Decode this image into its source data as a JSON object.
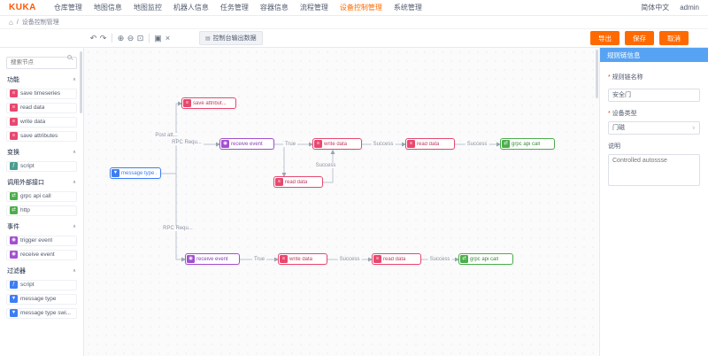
{
  "brand": {
    "name": "KUKA",
    "color": "#ff5800"
  },
  "navbar": {
    "menu": [
      {
        "label": "仓库管理"
      },
      {
        "label": "地图信息"
      },
      {
        "label": "地图监控"
      },
      {
        "label": "机器人信息"
      },
      {
        "label": "任务管理"
      },
      {
        "label": "容器信息"
      },
      {
        "label": "流程管理"
      },
      {
        "label": "设备控制管理"
      },
      {
        "label": "系统管理"
      }
    ],
    "active_item": "设备控制管理",
    "language": "简体中文",
    "user": "admin"
  },
  "breadcrumb": {
    "separator": "/",
    "current": "设备控制管理"
  },
  "toolbar": {
    "debug_button": "控制台输出数据",
    "export": "导出",
    "save": "保存",
    "cancel": "取消"
  },
  "sidebar": {
    "search_placeholder": "搜索节点",
    "sections": [
      {
        "title": "功能",
        "items": [
          {
            "label": "save timeseries"
          },
          {
            "label": "read data"
          },
          {
            "label": "write data"
          },
          {
            "label": "save attributes"
          }
        ]
      },
      {
        "title": "变换",
        "items": [
          {
            "label": "script"
          }
        ]
      },
      {
        "title": "调用外部接口",
        "items": [
          {
            "label": "grpc api call"
          },
          {
            "label": "http"
          }
        ]
      },
      {
        "title": "事件",
        "items": [
          {
            "label": "trigger event"
          },
          {
            "label": "receive event"
          }
        ]
      },
      {
        "title": "过滤器",
        "items": [
          {
            "label": "script"
          },
          {
            "label": "message type"
          },
          {
            "label": "message type swi..."
          }
        ]
      }
    ]
  },
  "canvas": {
    "nodes": [
      {
        "label": "message type ...",
        "type": "filter"
      },
      {
        "label": "save attribut...",
        "type": "action"
      },
      {
        "label": "receive event",
        "type": "event"
      },
      {
        "label": "write data",
        "type": "action"
      },
      {
        "label": "read data",
        "type": "action"
      },
      {
        "label": "grpc api call",
        "type": "external"
      },
      {
        "label": "read data",
        "type": "action"
      },
      {
        "label": "receive event",
        "type": "event"
      },
      {
        "label": "write data",
        "type": "action"
      },
      {
        "label": "read data",
        "type": "action"
      },
      {
        "label": "grpc api call",
        "type": "external"
      }
    ],
    "edge_labels": [
      {
        "text": "Post att..."
      },
      {
        "text": "RPC Requ..."
      },
      {
        "text": "True"
      },
      {
        "text": "Success"
      },
      {
        "text": "Success"
      },
      {
        "text": "Success"
      },
      {
        "text": "RPC Requ..."
      },
      {
        "text": "True"
      },
      {
        "text": "Success"
      },
      {
        "text": "Success"
      }
    ]
  },
  "panel": {
    "title": "规则链信息",
    "name_label": "规则链名称",
    "name_value": "安全门",
    "type_label": "设备类型",
    "type_value": "门磁",
    "desc_label": "说明",
    "desc_placeholder": "Controlled autossse"
  },
  "colors": {
    "brand": "#ff5800",
    "accent_button": "#ff6a00",
    "panel_header": "#57a3f3",
    "node_action": "#e8486f",
    "node_event": "#a24fd0",
    "node_external": "#4cae4c",
    "node_filter": "#3d7ef2",
    "node_script": "#4b9e8f"
  }
}
